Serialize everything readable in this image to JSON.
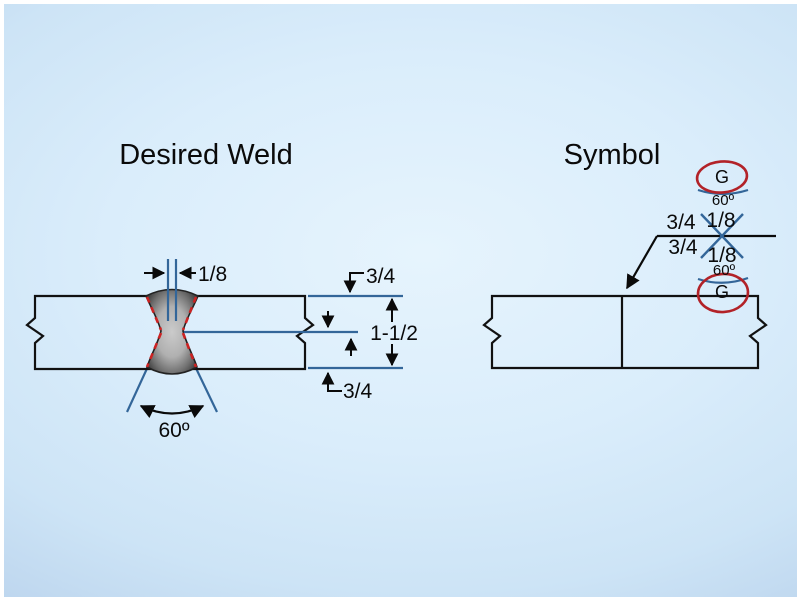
{
  "slide": {
    "left_title": "Desired Weld",
    "right_title": "Symbol"
  },
  "desired_weld": {
    "root_opening": "1/8",
    "top_groove_depth": "3/4",
    "plate_thickness": "1-1/2",
    "bottom_groove_depth": "3/4",
    "groove_angle": "60º"
  },
  "symbol": {
    "top_finish": "G",
    "top_angle": "60º",
    "top_root_opening": "1/8",
    "top_depth": "3/4",
    "bottom_depth": "3/4",
    "bottom_root_opening": "1/8",
    "bottom_angle": "60º",
    "bottom_finish": "G"
  },
  "colors": {
    "line_blue": "#336699",
    "dash_red": "#cc2222",
    "highlight_red": "#b22228",
    "outline_black": "#111111"
  }
}
